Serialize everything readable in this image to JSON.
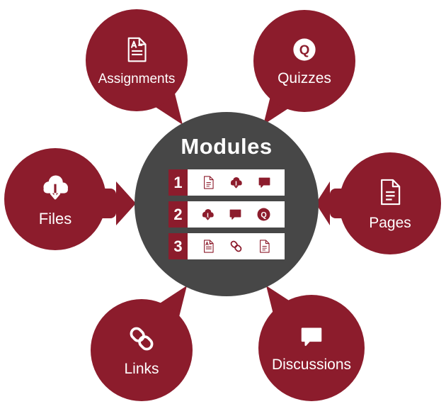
{
  "center": {
    "title": "Modules",
    "rows": [
      {
        "number": "1",
        "icons": [
          "page-icon",
          "files-icon",
          "discussion-icon"
        ]
      },
      {
        "number": "2",
        "icons": [
          "files-icon",
          "discussion-icon",
          "quiz-icon"
        ]
      },
      {
        "number": "3",
        "icons": [
          "assignment-icon",
          "link-icon",
          "page-icon"
        ]
      }
    ]
  },
  "satellites": [
    {
      "id": "assignments",
      "label": "Assignments",
      "icon": "assignment-icon"
    },
    {
      "id": "quizzes",
      "label": "Quizzes",
      "icon": "quiz-icon"
    },
    {
      "id": "files",
      "label": "Files",
      "icon": "files-icon"
    },
    {
      "id": "pages",
      "label": "Pages",
      "icon": "page-icon"
    },
    {
      "id": "links",
      "label": "Links",
      "icon": "link-icon"
    },
    {
      "id": "discussions",
      "label": "Discussions",
      "icon": "discussion-icon"
    }
  ],
  "colors": {
    "maroon": "#8C1C2C",
    "dark_gray": "#474747",
    "white": "#FFFFFF"
  }
}
